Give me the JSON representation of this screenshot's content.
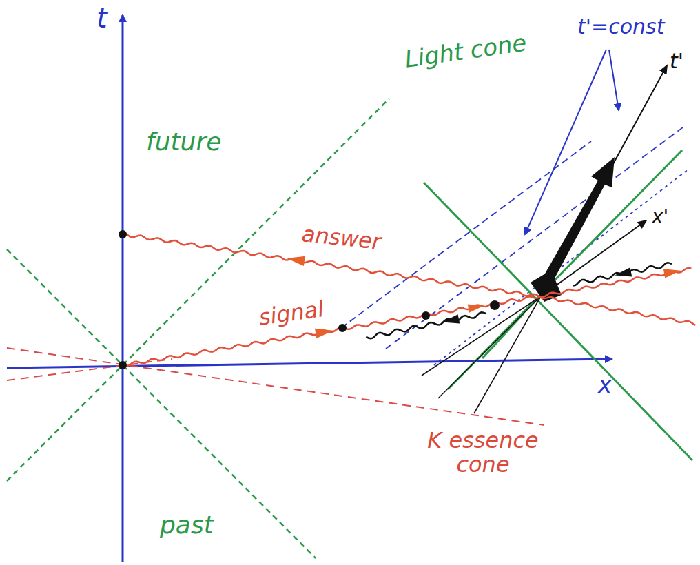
{
  "diagram": {
    "labels": [
      "t",
      "future",
      "Light cone",
      "t'=const",
      "t'",
      "x'",
      "answer",
      "signal",
      "x",
      "K essence cone",
      "past"
    ]
  }
}
